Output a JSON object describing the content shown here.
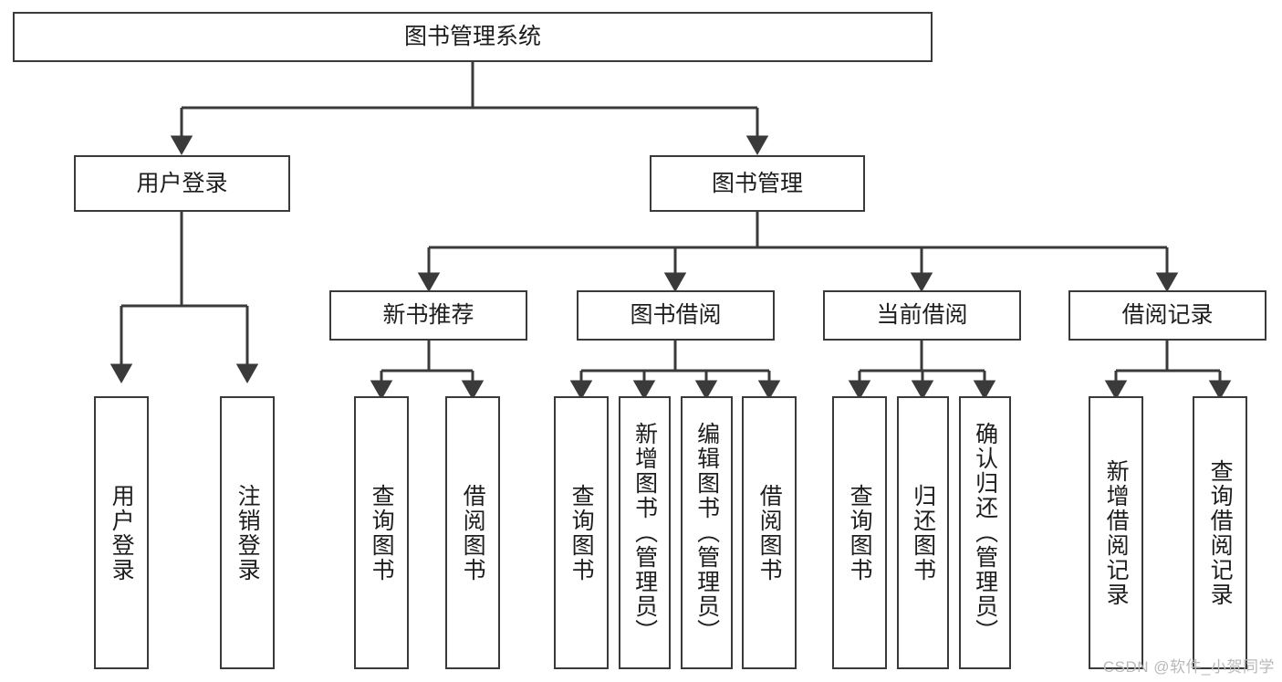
{
  "diagram": {
    "type": "hierarchy-tree",
    "title": "图书管理系统",
    "watermark": "CSDN @软件_小贺同学",
    "colors": {
      "background": "#ffffff",
      "box_border": "#3a3a3a",
      "box_fill": "#ffffff",
      "connector": "#3a3a3a",
      "text": "#1d1d1d",
      "watermark": "#b9b9b9"
    },
    "levels": {
      "root": "图书管理系统",
      "level2": [
        "用户登录",
        "图书管理"
      ],
      "level3": [
        "新书推荐",
        "图书借阅",
        "当前借阅",
        "借阅记录"
      ]
    },
    "nodes": {
      "root": {
        "label": "图书管理系统",
        "orientation": "horizontal"
      },
      "user_login": {
        "label": "用户登录",
        "orientation": "horizontal"
      },
      "book_manage": {
        "label": "图书管理",
        "orientation": "horizontal"
      },
      "new_book_rec": {
        "label": "新书推荐",
        "orientation": "horizontal"
      },
      "book_borrow": {
        "label": "图书借阅",
        "orientation": "horizontal"
      },
      "current_borrow": {
        "label": "当前借阅",
        "orientation": "horizontal"
      },
      "borrow_record": {
        "label": "借阅记录",
        "orientation": "horizontal"
      },
      "leaf_user_login": {
        "label": "用户登录",
        "orientation": "vertical"
      },
      "leaf_logout": {
        "label": "注销登录",
        "orientation": "vertical"
      },
      "leaf_query_book_1": {
        "label": "查询图书",
        "orientation": "vertical"
      },
      "leaf_borrow_book_1": {
        "label": "借阅图书",
        "orientation": "vertical"
      },
      "leaf_query_book_2": {
        "label": "查询图书",
        "orientation": "vertical"
      },
      "leaf_add_book": {
        "label": "新增图书（管理员）",
        "orientation": "vertical"
      },
      "leaf_edit_book": {
        "label": "编辑图书（管理员）",
        "orientation": "vertical"
      },
      "leaf_borrow_book_2": {
        "label": "借阅图书",
        "orientation": "vertical"
      },
      "leaf_query_book_3": {
        "label": "查询图书",
        "orientation": "vertical"
      },
      "leaf_return_book": {
        "label": "归还图书",
        "orientation": "vertical"
      },
      "leaf_confirm_return": {
        "label": "确认归还（管理员）",
        "orientation": "vertical"
      },
      "leaf_add_record": {
        "label": "新增借阅记录",
        "orientation": "vertical"
      },
      "leaf_query_record": {
        "label": "查询借阅记录",
        "orientation": "vertical"
      }
    },
    "edges": [
      {
        "from": "root",
        "to": "user_login"
      },
      {
        "from": "root",
        "to": "book_manage"
      },
      {
        "from": "user_login",
        "to": "leaf_user_login"
      },
      {
        "from": "user_login",
        "to": "leaf_logout"
      },
      {
        "from": "book_manage",
        "to": "new_book_rec"
      },
      {
        "from": "book_manage",
        "to": "book_borrow"
      },
      {
        "from": "book_manage",
        "to": "current_borrow"
      },
      {
        "from": "book_manage",
        "to": "borrow_record"
      },
      {
        "from": "new_book_rec",
        "to": "leaf_query_book_1"
      },
      {
        "from": "new_book_rec",
        "to": "leaf_borrow_book_1"
      },
      {
        "from": "book_borrow",
        "to": "leaf_query_book_2"
      },
      {
        "from": "book_borrow",
        "to": "leaf_add_book"
      },
      {
        "from": "book_borrow",
        "to": "leaf_edit_book"
      },
      {
        "from": "book_borrow",
        "to": "leaf_borrow_book_2"
      },
      {
        "from": "current_borrow",
        "to": "leaf_query_book_3"
      },
      {
        "from": "current_borrow",
        "to": "leaf_return_book"
      },
      {
        "from": "current_borrow",
        "to": "leaf_confirm_return"
      },
      {
        "from": "borrow_record",
        "to": "leaf_add_record"
      },
      {
        "from": "borrow_record",
        "to": "leaf_query_record"
      }
    ]
  }
}
